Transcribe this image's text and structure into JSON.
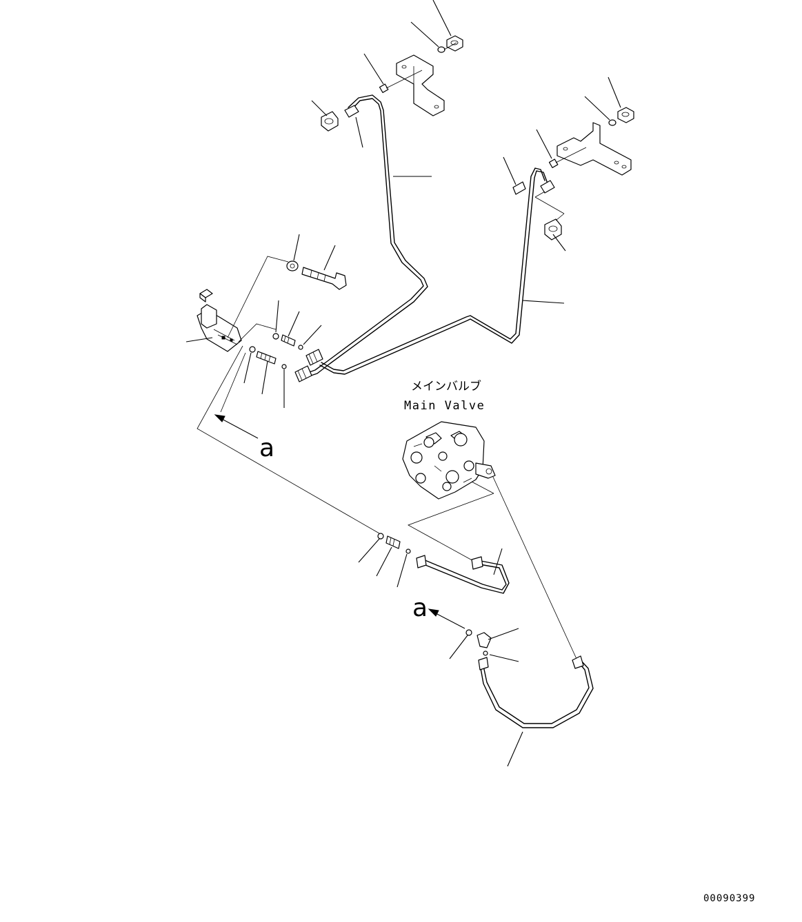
{
  "labels": {
    "main_valve_jp": "メインバルブ",
    "main_valve_en": "Main Valve",
    "view_letter_a": "a",
    "view_letter_a2": "a",
    "drawing_number": "00090399"
  }
}
